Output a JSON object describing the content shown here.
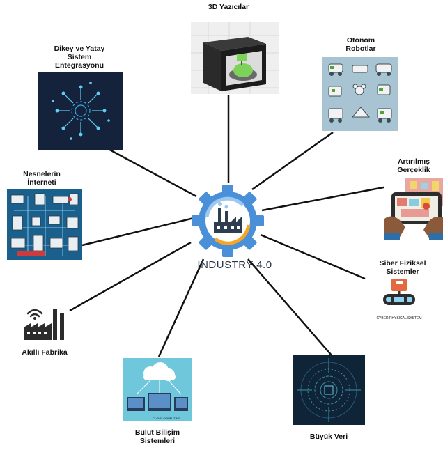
{
  "center": {
    "title": "INDUSTRY 4.0"
  },
  "nodes": [
    {
      "id": "3d",
      "label": "3D Yazıcılar"
    },
    {
      "id": "dikey",
      "label_lines": [
        "Dikey ve Yatay",
        "Sistem",
        "Entegrasyonu"
      ]
    },
    {
      "id": "otonom",
      "label_lines": [
        "Otonom",
        "Robotlar"
      ]
    },
    {
      "id": "nes",
      "label_lines": [
        "Nesnelerin",
        "İnterneti"
      ]
    },
    {
      "id": "ar",
      "label_lines": [
        "Artırılmış",
        "Gerçeklik"
      ]
    },
    {
      "id": "siber",
      "label_lines": [
        "Siber Fiziksel",
        "Sistemler"
      ],
      "image_caption": "CYBER PHYSICAL SYSTEM"
    },
    {
      "id": "akilli",
      "label": "Akıllı Fabrika"
    },
    {
      "id": "bulut",
      "label_lines": [
        "Bulut Bilişim",
        "Sistemleri"
      ],
      "image_caption": "CLOUD COMPUTING"
    },
    {
      "id": "buyuk",
      "label": "Büyük Veri"
    }
  ],
  "colors": {
    "line": "#111111",
    "gear_blue": "#4a90d9",
    "gear_light": "#9cc7ee",
    "gear_orange": "#f5a623",
    "factory": "#2c3e50"
  }
}
